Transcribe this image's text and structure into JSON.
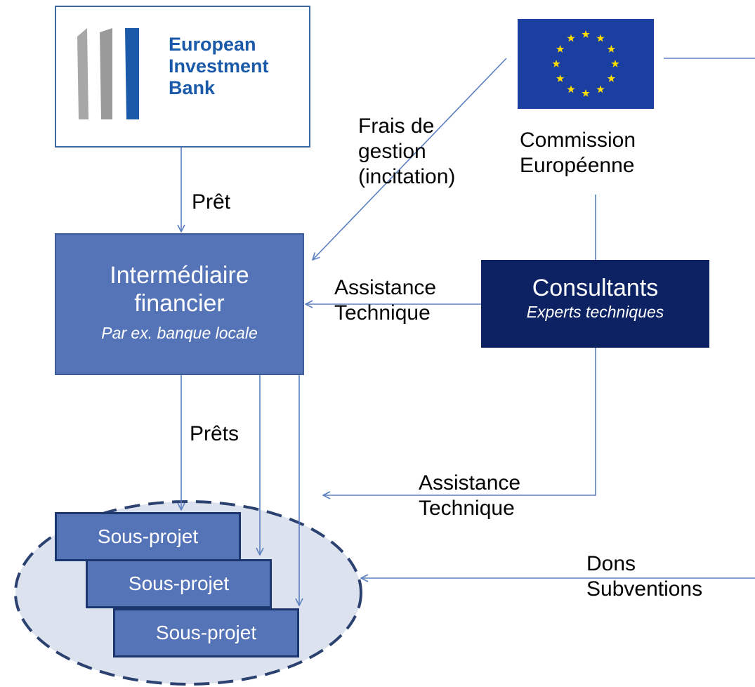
{
  "eib_logo": {
    "lines": [
      "European",
      "Investment",
      "Bank"
    ],
    "text_color": "#1a5aa8"
  },
  "eu": {
    "flag_colors": {
      "field": "#1a3fa0",
      "stars": "#ffdd00"
    },
    "label_line1": "Commission",
    "label_line2": "Européenne"
  },
  "edges": {
    "pret": "Prêt",
    "frais_line1": "Frais de",
    "frais_line2": "gestion",
    "frais_line3": "(incitation)",
    "assistance_top_line1": "Assistance",
    "assistance_top_line2": "Technique",
    "prets": "Prêts",
    "assistance_bottom_line1": "Assistance",
    "assistance_bottom_line2": "Technique",
    "dons_line1": "Dons",
    "dons_line2": "Subventions"
  },
  "intermediary": {
    "line1": "Intermédiaire",
    "line2": "financier",
    "subtitle": "Par ex. banque locale"
  },
  "consultants": {
    "title": "Consultants",
    "subtitle": "Experts techniques"
  },
  "subprojects": [
    "Sous-projet",
    "Sous-projet",
    "Sous-projet"
  ],
  "colors": {
    "connector": "#5b7fbf",
    "box_fill": "#5574b8",
    "consultants_fill": "#0c2262",
    "ellipse_fill": "#dde2ef",
    "ellipse_stroke": "#2b4170"
  }
}
